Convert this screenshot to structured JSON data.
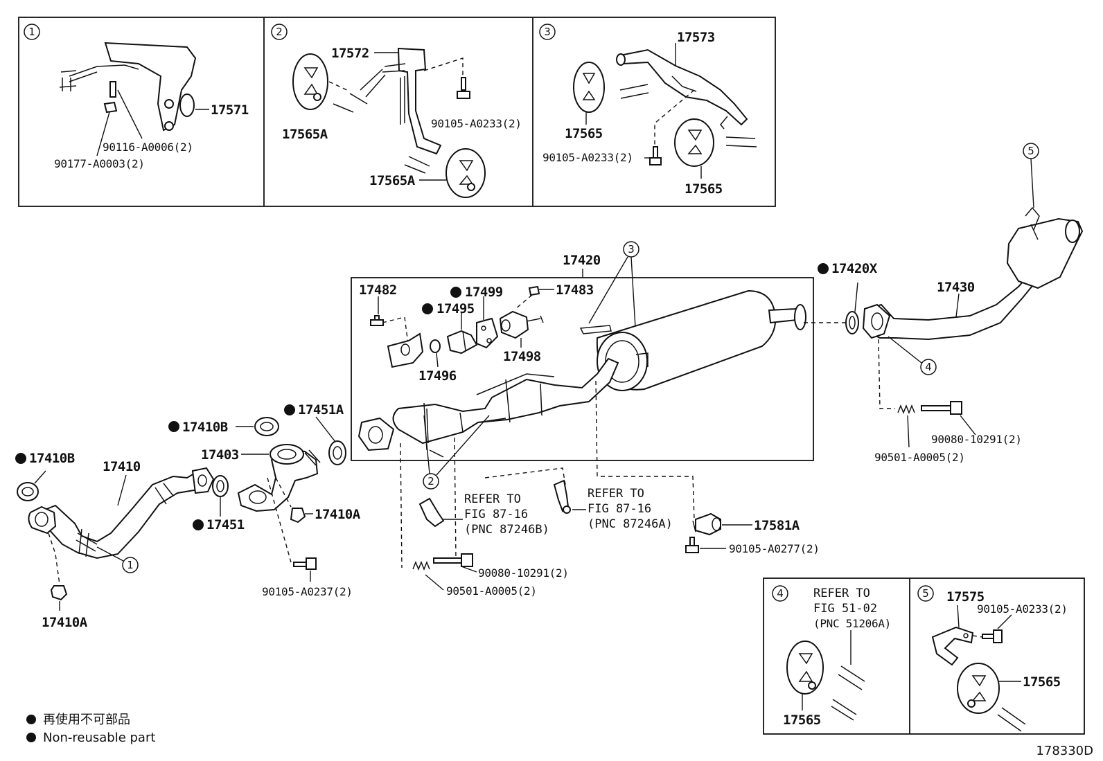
{
  "diagram_id": "178330D",
  "legend": {
    "jp": "再使用不可部品",
    "en": "Non-reusable part"
  },
  "insets": {
    "inset1": {
      "number": "1",
      "labels": {
        "p17571": "17571",
        "p90116": "90116-A0006(2)",
        "p90177": "90177-A0003(2)"
      }
    },
    "inset2": {
      "number": "2",
      "labels": {
        "p17572": "17572",
        "p17565a_top": "17565A",
        "p90105": "90105-A0233(2)",
        "p17565a_bottom": "17565A"
      }
    },
    "inset3": {
      "number": "3",
      "labels": {
        "p17573": "17573",
        "p17565_left": "17565",
        "p90105": "90105-A0233(2)",
        "p17565_right": "17565"
      }
    },
    "inset4": {
      "number": "4",
      "ref1": "REFER TO",
      "ref2": "FIG 51-02",
      "ref3": "(PNC 51206A)",
      "labels": {
        "p17565": "17565"
      }
    },
    "inset5": {
      "number": "5",
      "labels": {
        "p17575": "17575",
        "p90105": "90105-A0233(2)",
        "p17565": "17565"
      }
    }
  },
  "main": {
    "p17420": "17420",
    "p17420x": "17420X",
    "p17430": "17430",
    "p17482": "17482",
    "p17499": "17499",
    "p17483": "17483",
    "p17495": "17495",
    "p17498": "17498",
    "p17496": "17496",
    "p17451a": "17451A",
    "p17410b_top": "17410B",
    "p17403": "17403",
    "p17410b_left": "17410B",
    "p17410": "17410",
    "p17410a_mid": "17410A",
    "p17451": "17451",
    "p90105_a0237": "90105-A0237(2)",
    "p17410a_bottom": "17410A",
    "p90080_mid": "90080-10291(2)",
    "p90501_mid": "90501-A0005(2)",
    "p90080_right": "90080-10291(2)",
    "p90501_right": "90501-A0005(2)",
    "p17581a": "17581A",
    "p90105_a0277": "90105-A0277(2)",
    "ref_b": {
      "l1": "REFER TO",
      "l2": "FIG 87-16",
      "l3": "(PNC 87246B)"
    },
    "ref_a": {
      "l1": "REFER TO",
      "l2": "FIG 87-16",
      "l3": "(PNC 87246A)"
    },
    "callouts": {
      "c1": "1",
      "c2": "2",
      "c3": "3",
      "c4": "4",
      "c5": "5"
    }
  }
}
